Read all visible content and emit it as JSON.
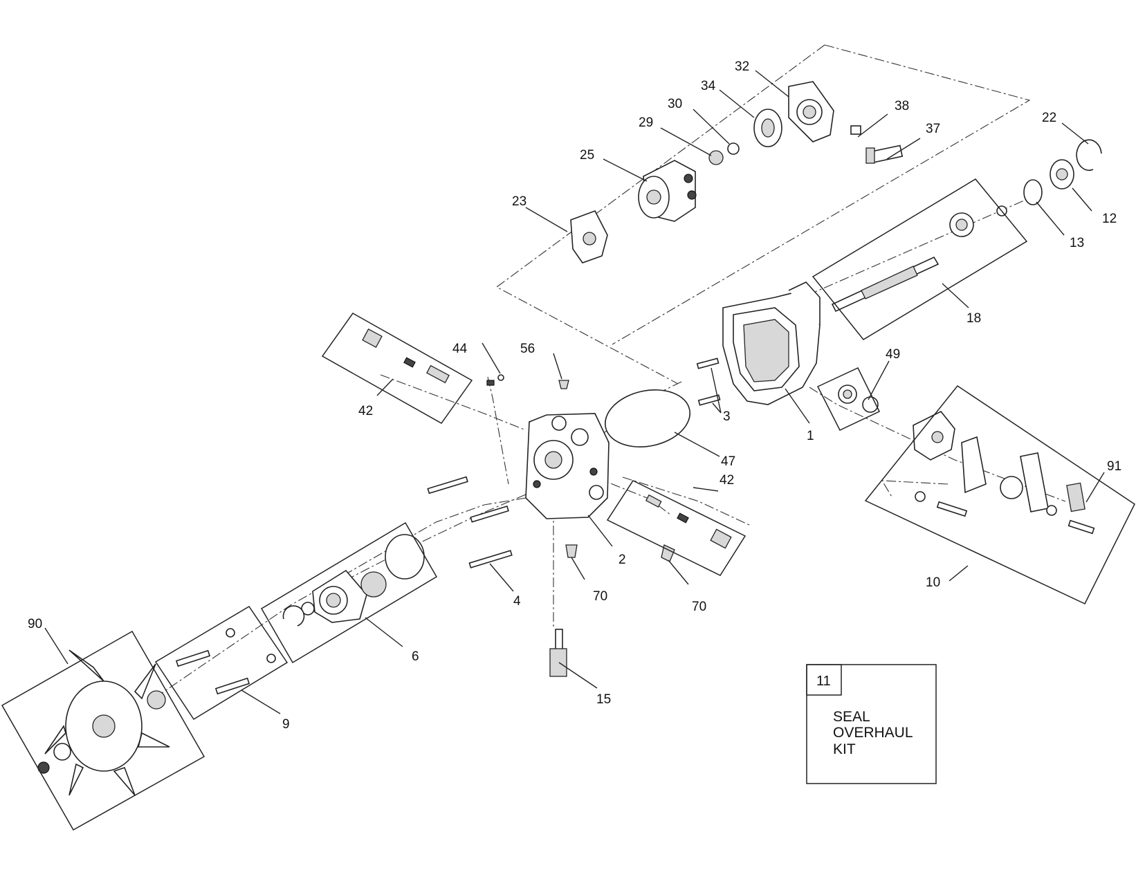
{
  "diagram": {
    "callouts": [
      {
        "id": "c1",
        "label": "1"
      },
      {
        "id": "c2",
        "label": "2"
      },
      {
        "id": "c3",
        "label": "3"
      },
      {
        "id": "c4",
        "label": "4"
      },
      {
        "id": "c6",
        "label": "6"
      },
      {
        "id": "c9",
        "label": "9"
      },
      {
        "id": "c10",
        "label": "10"
      },
      {
        "id": "c12",
        "label": "12"
      },
      {
        "id": "c13",
        "label": "13"
      },
      {
        "id": "c15",
        "label": "15"
      },
      {
        "id": "c18",
        "label": "18"
      },
      {
        "id": "c22",
        "label": "22"
      },
      {
        "id": "c23",
        "label": "23"
      },
      {
        "id": "c25",
        "label": "25"
      },
      {
        "id": "c29",
        "label": "29"
      },
      {
        "id": "c30",
        "label": "30"
      },
      {
        "id": "c32",
        "label": "32"
      },
      {
        "id": "c34",
        "label": "34"
      },
      {
        "id": "c37",
        "label": "37"
      },
      {
        "id": "c38",
        "label": "38"
      },
      {
        "id": "c42a",
        "label": "42"
      },
      {
        "id": "c42b",
        "label": "42"
      },
      {
        "id": "c44",
        "label": "44"
      },
      {
        "id": "c47",
        "label": "47"
      },
      {
        "id": "c49",
        "label": "49"
      },
      {
        "id": "c56",
        "label": "56"
      },
      {
        "id": "c70a",
        "label": "70"
      },
      {
        "id": "c70b",
        "label": "70"
      },
      {
        "id": "c90",
        "label": "90"
      },
      {
        "id": "c91",
        "label": "91"
      }
    ],
    "kit": {
      "number": "11",
      "lines": [
        "SEAL",
        "OVERHAUL",
        "KIT"
      ]
    }
  }
}
